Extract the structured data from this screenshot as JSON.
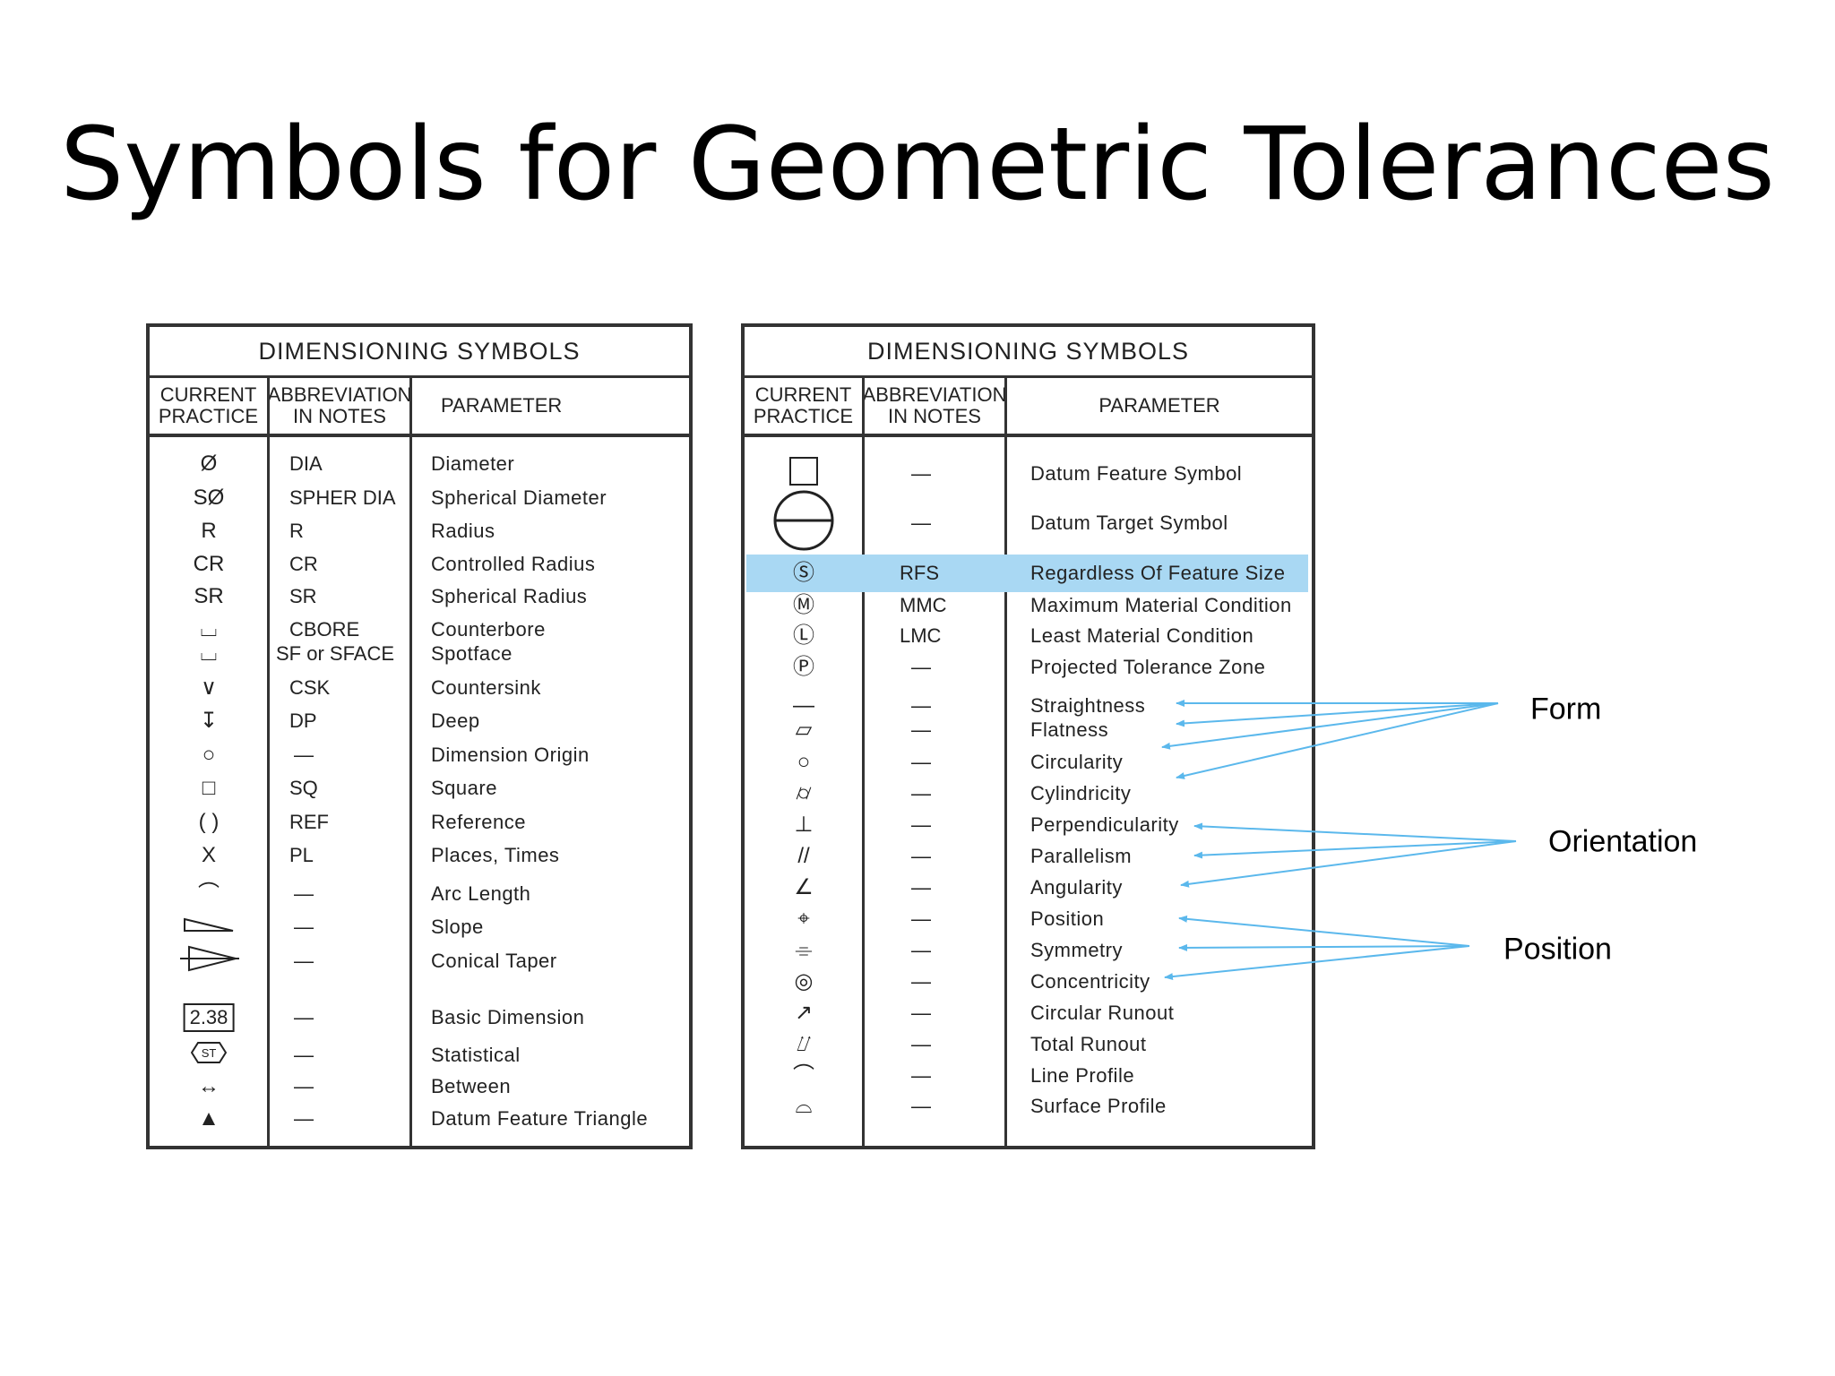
{
  "title": "Symbols for Geometric Tolerances",
  "left_table": {
    "heading": "DIMENSIONING SYMBOLS",
    "col_current": "CURRENT\nPRACTICE",
    "col_abbr": "ABBREVIATION\nIN NOTES",
    "col_param": "PARAMETER",
    "rows": [
      {
        "symbol": "Ø",
        "abbr": "DIA",
        "param": "Diameter"
      },
      {
        "symbol": "SØ",
        "abbr": "SPHER DIA",
        "param": "Spherical Diameter"
      },
      {
        "symbol": "R",
        "abbr": "R",
        "param": "Radius"
      },
      {
        "symbol": "CR",
        "abbr": "CR",
        "param": "Controlled Radius"
      },
      {
        "symbol": "SR",
        "abbr": "SR",
        "param": "Spherical Radius"
      },
      {
        "symbol": "⌴",
        "abbr": "CBORE",
        "param": "Counterbore"
      },
      {
        "symbol": "⌴",
        "abbr": "SF or SFACE",
        "param": "Spotface"
      },
      {
        "symbol": "∨",
        "abbr": "CSK",
        "param": "Countersink"
      },
      {
        "symbol": "↧",
        "abbr": "DP",
        "param": "Deep"
      },
      {
        "symbol": "○",
        "abbr": "—",
        "param": "Dimension Origin"
      },
      {
        "symbol": "□",
        "abbr": "SQ",
        "param": "Square"
      },
      {
        "symbol": "( )",
        "abbr": "REF",
        "param": "Reference"
      },
      {
        "symbol": "X",
        "abbr": "PL",
        "param": "Places, Times"
      },
      {
        "symbol": "⌒",
        "abbr": "—",
        "param": "Arc Length"
      },
      {
        "symbol": "slope",
        "abbr": "—",
        "param": "Slope"
      },
      {
        "symbol": "taper",
        "abbr": "—",
        "param": "Conical Taper"
      },
      {
        "symbol": "2.38",
        "abbr": "—",
        "param": "Basic Dimension"
      },
      {
        "symbol": "ST",
        "abbr": "—",
        "param": "Statistical"
      },
      {
        "symbol": "↔",
        "abbr": "—",
        "param": "Between"
      },
      {
        "symbol": "▲",
        "abbr": "—",
        "param": "Datum Feature Triangle"
      }
    ]
  },
  "right_table": {
    "heading": "DIMENSIONING SYMBOLS",
    "col_current": "CURRENT\nPRACTICE",
    "col_abbr": "ABBREVIATION\nIN NOTES",
    "col_param": "PARAMETER",
    "rows": [
      {
        "symbol": "square-box",
        "abbr": "—",
        "param": "Datum Feature Symbol"
      },
      {
        "symbol": "datum-target",
        "abbr": "—",
        "param": "Datum Target Symbol"
      },
      {
        "symbol": "Ⓢ",
        "abbr": "RFS",
        "param": "Regardless Of Feature Size",
        "highlight": true
      },
      {
        "symbol": "Ⓜ",
        "abbr": "MMC",
        "param": "Maximum Material Condition"
      },
      {
        "symbol": "Ⓛ",
        "abbr": "LMC",
        "param": "Least Material Condition"
      },
      {
        "symbol": "Ⓟ",
        "abbr": "—",
        "param": "Projected Tolerance Zone"
      },
      {
        "symbol": "—",
        "abbr": "—",
        "param": "Straightness"
      },
      {
        "symbol": "▱",
        "abbr": "—",
        "param": "Flatness"
      },
      {
        "symbol": "○",
        "abbr": "—",
        "param": "Circularity"
      },
      {
        "symbol": "⌭",
        "abbr": "—",
        "param": "Cylindricity"
      },
      {
        "symbol": "⊥",
        "abbr": "—",
        "param": "Perpendicularity"
      },
      {
        "symbol": "//",
        "abbr": "—",
        "param": "Parallelism"
      },
      {
        "symbol": "∠",
        "abbr": "—",
        "param": "Angularity"
      },
      {
        "symbol": "⌖",
        "abbr": "—",
        "param": "Position"
      },
      {
        "symbol": "⌯",
        "abbr": "—",
        "param": "Symmetry"
      },
      {
        "symbol": "◎",
        "abbr": "—",
        "param": "Concentricity"
      },
      {
        "symbol": "↗",
        "abbr": "—",
        "param": "Circular Runout"
      },
      {
        "symbol": "⌰",
        "abbr": "—",
        "param": "Total Runout"
      },
      {
        "symbol": "⌒",
        "abbr": "—",
        "param": "Line Profile"
      },
      {
        "symbol": "⌓",
        "abbr": "—",
        "param": "Surface Profile"
      }
    ]
  },
  "callouts": {
    "form": "Form",
    "orientation": "Orientation",
    "position": "Position",
    "arrow_color": "#5bb8ec",
    "highlight_color": "#a9d8f3"
  }
}
